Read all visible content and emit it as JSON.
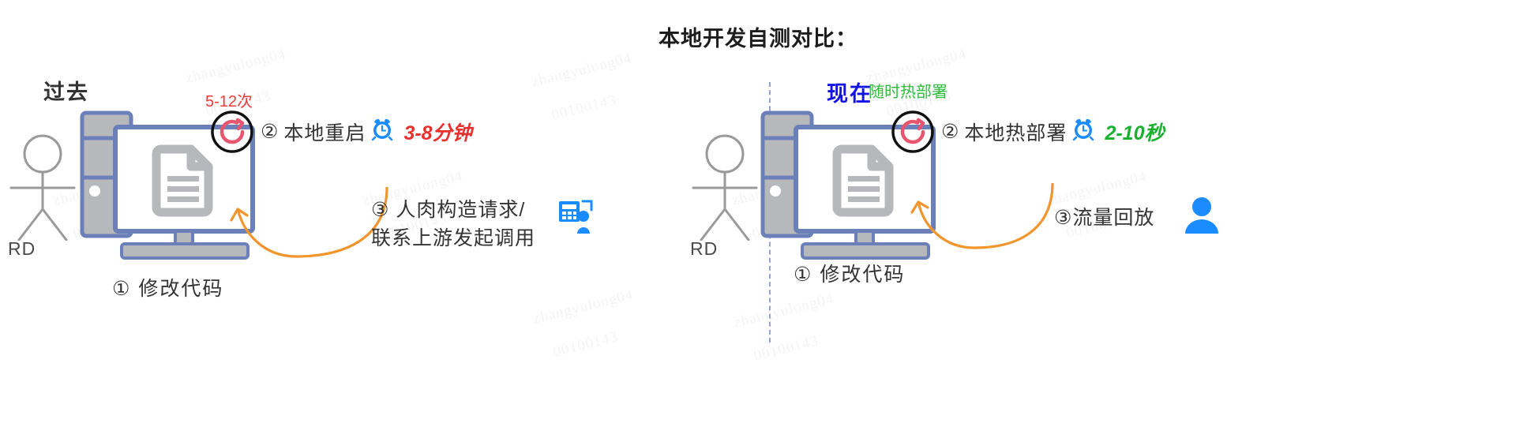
{
  "title": "本地开发自测对比：",
  "divider": {
    "style": "dashed-vertical",
    "color": "#9aa3d8"
  },
  "colors": {
    "red": "#e8312e",
    "green": "#18b02c",
    "blue": "#1414e0",
    "orange": "#f2952c",
    "icon_blue": "#1a8cff",
    "pc_border": "#6b80b8",
    "pc_fill": "#b6b8bb"
  },
  "watermark": {
    "line1": "zhangyulong04",
    "line2": "00100143"
  },
  "panels": {
    "past": {
      "heading": "过去",
      "actor_label": "RD",
      "actor_icon": "stick-figure-icon",
      "computer_icon": "desktop-computer-icon",
      "document_icon": "document-icon",
      "refresh_icon": "refresh-icon",
      "count_label": "5-12次",
      "step1": "① 修改代码",
      "step2_num": "②",
      "step2_label": "本地重启",
      "step2_clock_icon": "alarm-clock-icon",
      "step2_duration": "3-8分钟",
      "step3_line1": "③ 人肉构造请求/",
      "step3_line2": "联系上游发起调用",
      "step3_icon": "fax-contact-icon",
      "arrow_icon": "curved-arrow-icon"
    },
    "now": {
      "heading": "现在",
      "actor_label": "RD",
      "actor_icon": "stick-figure-icon",
      "computer_icon": "desktop-computer-icon",
      "document_icon": "document-icon",
      "refresh_icon": "refresh-icon",
      "count_label": "随时热部署",
      "step1": "① 修改代码",
      "step2_num": "②",
      "step2_label": "本地热部署",
      "step2_clock_icon": "alarm-clock-icon",
      "step2_duration": "2-10秒",
      "step3_line1": "③流量回放",
      "step3_icon": "person-icon",
      "arrow_icon": "curved-arrow-icon"
    }
  }
}
